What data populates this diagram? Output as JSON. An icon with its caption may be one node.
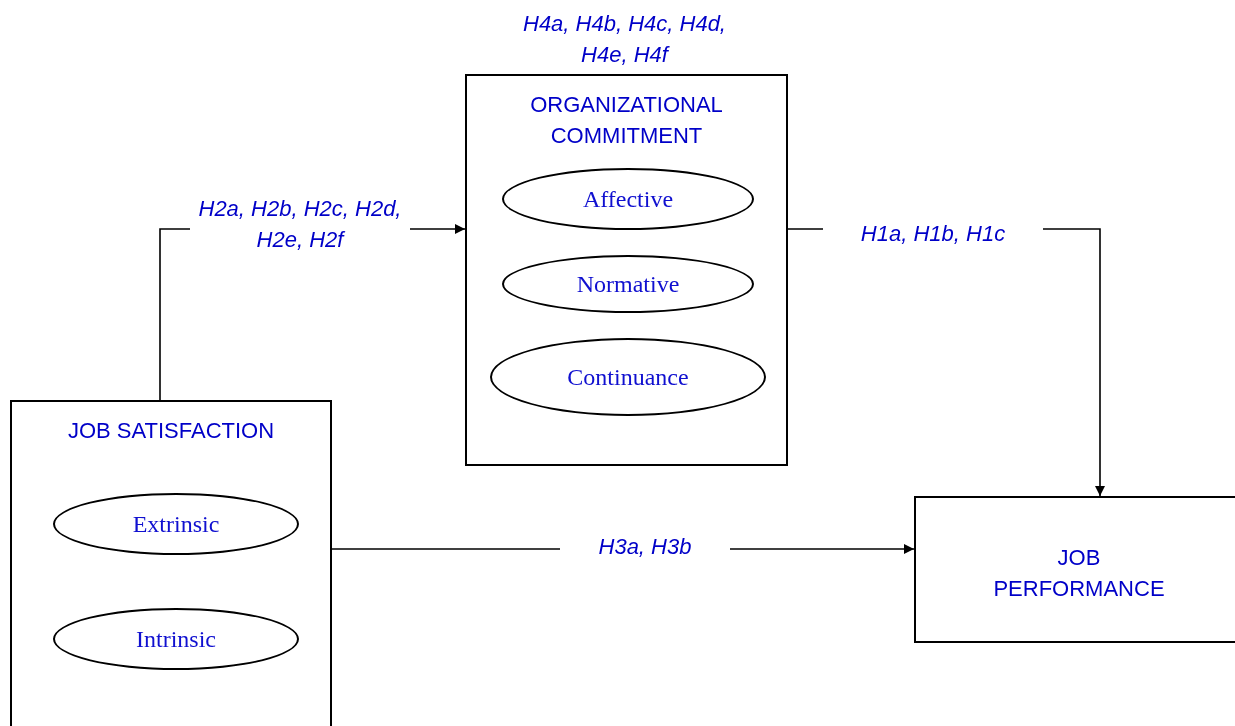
{
  "diagram": {
    "nodes": [
      {
        "text": [
          "ORGANIZATIONAL COMMITMENT"
        ],
        "beside": [
          "H4a, H4b, H4c, H4d, H4e, H4f"
        ]
      },
      {
        "text": [
          "Affective"
        ],
        "in": 0
      },
      {
        "text": [
          "Normative"
        ],
        "in": 0
      },
      {
        "text": [
          "Continuance"
        ],
        "in": 0
      },
      {
        "text": [
          "JOB SATISFACTION"
        ]
      },
      {
        "text": [
          "Extrinsic"
        ],
        "in": 4
      },
      {
        "text": [
          "Intrinsic"
        ],
        "in": 4
      },
      {
        "text": [
          "JOB PERFORMANCE"
        ]
      }
    ],
    "edges": [
      {
        "from": 4,
        "to": 0,
        "arrow": "to",
        "label": "H2a, H2b, H2c, H2d, H2e, H2f"
      },
      {
        "from": 0,
        "to": 7,
        "arrow": "to",
        "label": "H1a, H1b, H1c"
      },
      {
        "from": 4,
        "to": 7,
        "arrow": "to",
        "label": "H3a, H3b"
      }
    ]
  }
}
